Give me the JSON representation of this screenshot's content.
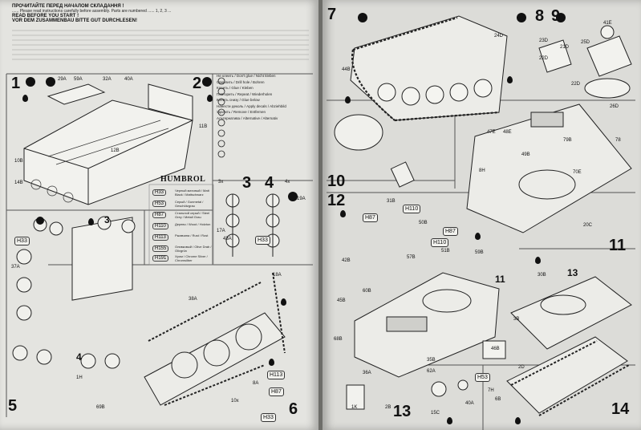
{
  "left_page": {
    "warning_lines": [
      "ПРОЧИТАЙТЕ ПЕРЕД НАЧАЛОМ СКЛАДАННЯ !",
      "READ BEFORE YOU START !",
      "VOR DEM ZUSAMMENBAU BITTE GUT DURCHLESEN!"
    ],
    "body_text": "...... Please read instructions carefully before assembly. Parts are numbered ...... 1, 2, 3 ...",
    "step_numbers": [
      "1",
      "2",
      "3",
      "3",
      "4",
      "4",
      "5",
      "6"
    ],
    "step_multipliers": [
      "3x",
      "4x"
    ],
    "humbrol_label": "HUMBROL",
    "paints": [
      {
        "code": "H33",
        "desc": "Черный матовый / Matt Black / Mattschwarz"
      },
      {
        "code": "H53",
        "desc": "Серый / Gunmetal / Geschützgrau"
      },
      {
        "code": "H87",
        "desc": "Стальной серый / Steel Grey / Metall Grau"
      },
      {
        "code": "H110",
        "desc": "Дерево / Wood / Holzton"
      },
      {
        "code": "H113",
        "desc": "Ржавчина / Rust / Rost"
      },
      {
        "code": "H155",
        "desc": "Оливковый / Olive Drab / Olivgrün"
      },
      {
        "code": "H191",
        "desc": "Хром / Chrome Silver / Chromsilber"
      }
    ],
    "legend": [
      "Не клеить / Don't glue / Nicht kleben",
      "Сверлить / Drill hole / Bohren",
      "Клеить / Glue / Kleben",
      "Повторить / Repeat / Wiederholen",
      "Клеить снизу / Glue below",
      "Нанести деколь / Apply decals / Abziehbild",
      "Удалить / Remove / Entfernen",
      "Альтернатива / Alternative / Alternativ"
    ],
    "part_labels": [
      "29A",
      "59A",
      "32A",
      "40A",
      "12B",
      "11B",
      "10B",
      "14B",
      "1H",
      "69B",
      "10x",
      "38A",
      "8A",
      "37A",
      "19A",
      "17A",
      "43A",
      "18A",
      "H113",
      "H87",
      "H33",
      "H33",
      "H33"
    ]
  },
  "right_page": {
    "step_numbers": [
      "7",
      "8",
      "9",
      "10",
      "11",
      "11",
      "12",
      "13",
      "13",
      "14"
    ],
    "paint_labels": [
      "H87",
      "H110",
      "H87",
      "H110",
      "H53"
    ],
    "part_labels": [
      "44B",
      "24D",
      "23D",
      "22D",
      "21D",
      "25D",
      "22D",
      "26D",
      "41E",
      "47E",
      "48E",
      "49B",
      "79B",
      "78",
      "8H",
      "70E",
      "20C",
      "31B",
      "50B",
      "57B",
      "51B",
      "59B",
      "42B",
      "45B",
      "60B",
      "68B",
      "36A",
      "35B",
      "62A",
      "46B",
      "15C",
      "1K",
      "30B",
      "2B",
      "3B",
      "2D",
      "40A",
      "6B",
      "7H"
    ]
  }
}
